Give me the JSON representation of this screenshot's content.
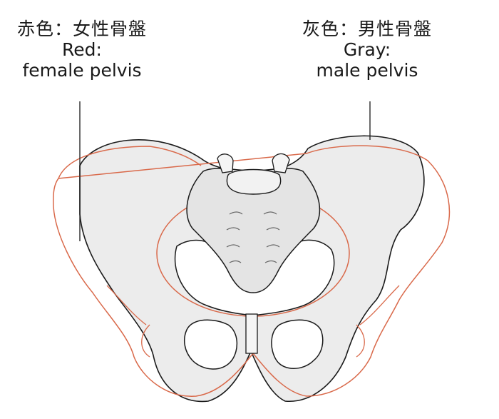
{
  "labels": {
    "female": {
      "jp": "赤色：女性骨盤",
      "en_line1": "Red:",
      "en_line2": "female pelvis"
    },
    "male": {
      "jp": "灰色：男性骨盤",
      "en_line1": "Gray:",
      "en_line2": "male pelvis"
    }
  },
  "colors": {
    "female_outline": "#d9694a",
    "male_outline": "#1a1a1a",
    "male_fill": "#ececec",
    "background": "#ffffff"
  }
}
